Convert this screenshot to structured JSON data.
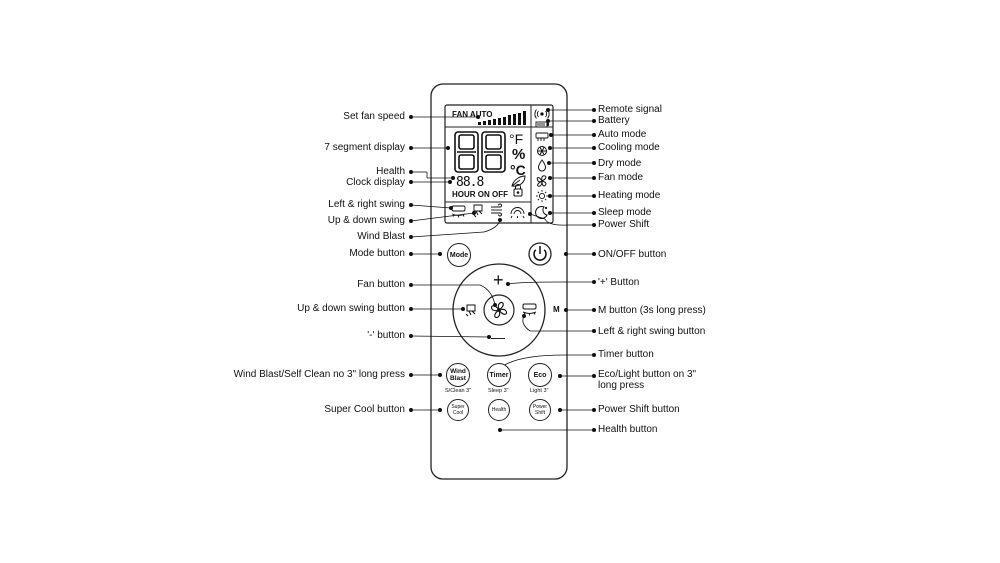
{
  "labels_left": {
    "set_fan_speed": "Set fan speed",
    "seven_segment": "7 segment display",
    "health": "Health",
    "clock_display": "Clock display",
    "left_right_swing": "Left & right swing",
    "up_down_swing": "Up & down swing",
    "wind_blast": "Wind Blast",
    "mode_button": "Mode button",
    "fan_button": "Fan button",
    "up_down_swing_button": "Up & down swing button",
    "minus_button": "'-' button",
    "wind_blast_self_clean": "Wind Blast/Self Clean no 3\" long press",
    "super_cool_button": "Super Cool button"
  },
  "labels_right": {
    "remote_signal": "Remote signal",
    "battery": "Battery",
    "auto_mode": "Auto mode",
    "cooling_mode": "Cooling mode",
    "dry_mode": "Dry mode",
    "fan_mode": "Fan mode",
    "heating_mode": "Heating mode",
    "sleep_mode": "Sleep mode",
    "power_shift": "Power Shift",
    "on_off_button": "ON/OFF button",
    "plus_button": "'+' Button",
    "m_button": "M button (3s long press)",
    "left_right_swing_button": "Left & right swing button",
    "timer_button": "Timer button",
    "eco_light_button_l1": "Eco/Light button on 3\"",
    "eco_light_button_l2": "long press",
    "power_shift_button": "Power Shift button",
    "health_button": "Health button"
  },
  "lcd": {
    "fan_auto": "FAN AUTO",
    "digits": "88",
    "unit_f": "°F",
    "unit_pct": "%",
    "unit_c": "°C",
    "clock": "88.8",
    "hour_on_off": "HOUR ON OFF"
  },
  "buttons": {
    "mode": "Mode",
    "plus": "+",
    "minus": "—",
    "m": "M",
    "wind_blast_l1": "Wind",
    "wind_blast_l2": "Blast",
    "wind_blast_sub": "S/Clean 3\"",
    "timer": "Timer",
    "timer_sub": "Sleep 3\"",
    "eco": "Eco",
    "eco_sub": "Light 3\"",
    "super_cool_l1": "Super",
    "super_cool_l2": "Cool",
    "health": "Health",
    "power_shift_l1": "Power",
    "power_shift_l2": "Shift"
  },
  "icons": {
    "remote_signal": "remote-signal-icon",
    "battery": "battery-icon",
    "auto_mode": "auto-mode-icon",
    "cooling": "snowflake-icon",
    "dry": "droplet-icon",
    "fan": "fan-icon",
    "heating": "sun-icon",
    "sleep": "moon-icon",
    "power_shift": "power-shift-icon",
    "lock": "lock-icon",
    "leaf": "leaf-icon",
    "power": "power-icon"
  },
  "colors": {
    "line": "#111111",
    "background": "#ffffff"
  }
}
